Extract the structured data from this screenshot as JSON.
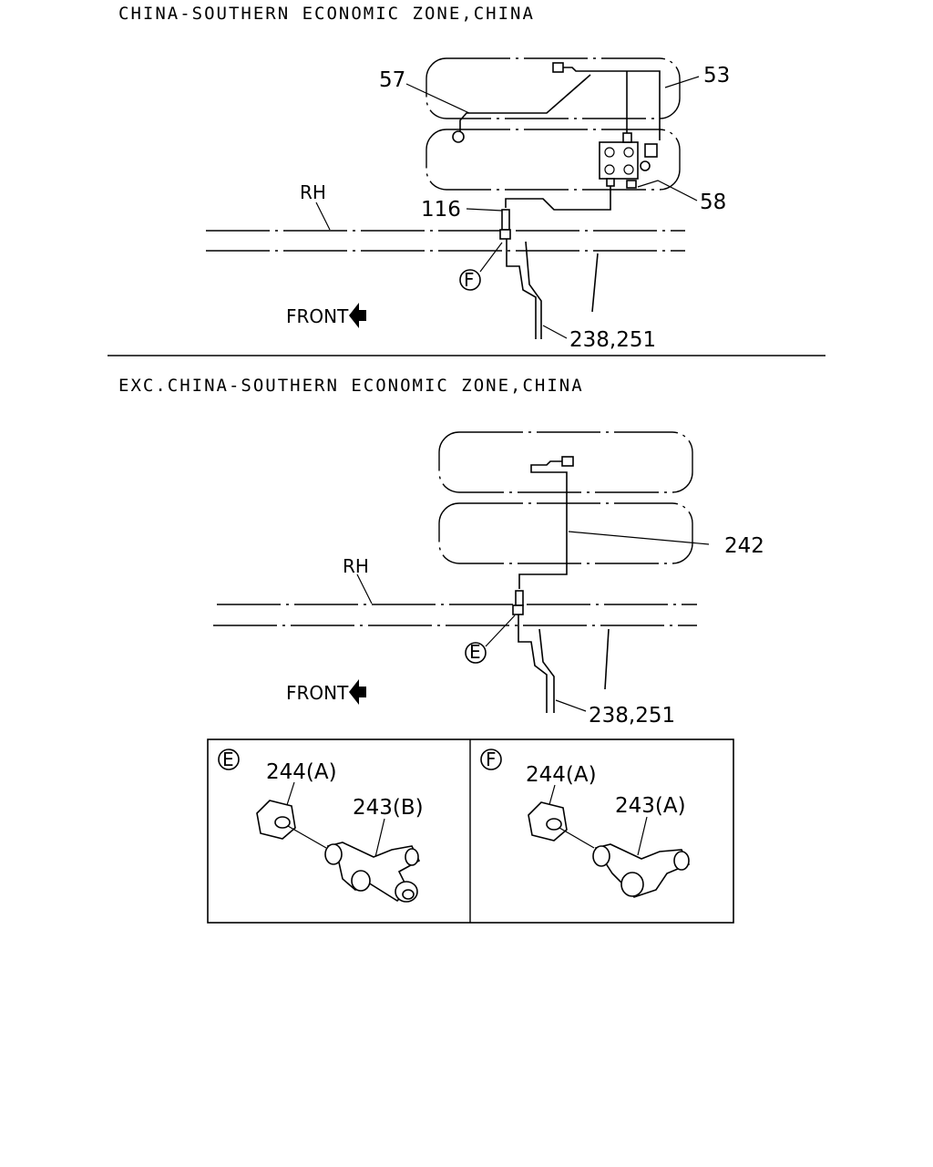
{
  "top_section": {
    "heading": "CHINA-SOUTHERN ECONOMIC ZONE,CHINA",
    "side_label": "RH",
    "front_label": "FRONT",
    "callouts": {
      "p57": "57",
      "p53": "53",
      "p58": "58",
      "p116": "116",
      "p238": "238,251",
      "detail": "F"
    }
  },
  "bottom_section": {
    "heading": "EXC.CHINA-SOUTHERN ECONOMIC ZONE,CHINA",
    "side_label": "RH",
    "front_label": "FRONT",
    "callouts": {
      "p242": "242",
      "p238": "238,251",
      "detail": "E"
    }
  },
  "detail_e": {
    "tag": "E",
    "nut_label": "244(A)",
    "tee_label": "243(B)"
  },
  "detail_f": {
    "tag": "F",
    "nut_label": "244(A)",
    "tee_label": "243(A)"
  }
}
